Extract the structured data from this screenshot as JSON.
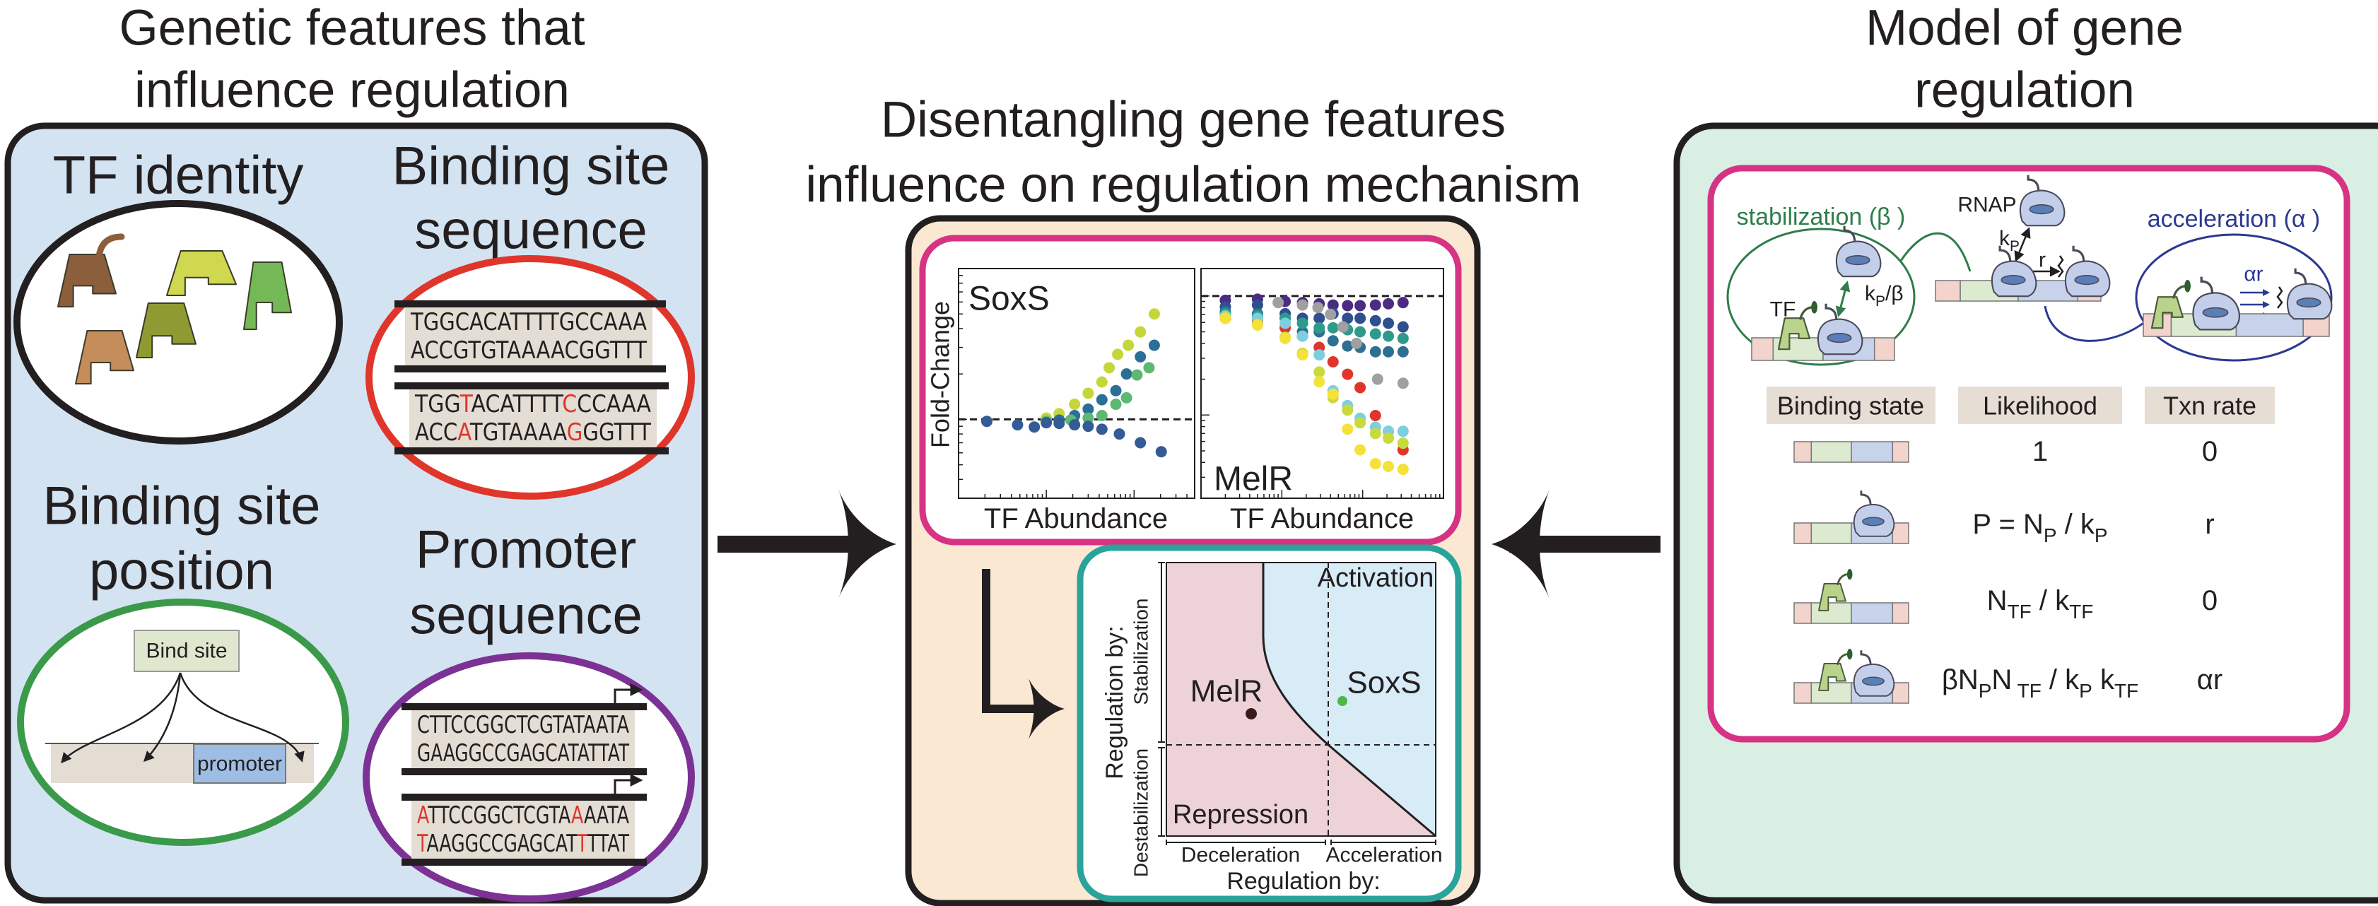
{
  "left": {
    "title_lines": [
      "Genetic features that",
      "influence regulation"
    ],
    "tf_identity": "TF identity",
    "binding_seq_title": [
      "Binding site",
      "sequence"
    ],
    "binding_pos_title": [
      "Binding site",
      "position"
    ],
    "promoter_title": [
      "Promoter",
      "sequence"
    ],
    "bind_site_label": "Bind site",
    "promoter_label": "promoter",
    "tf_colors": [
      "#8b5e3c",
      "#cfd84e",
      "#74b955",
      "#8f9a32",
      "#c48d5a"
    ],
    "binding_sequences": [
      {
        "top": [
          {
            "t": "TGGCACATTTTGCCAAA"
          }
        ],
        "bottom": [
          {
            "t": "ACCGTGTAAAACGGTTT"
          }
        ]
      },
      {
        "top": [
          {
            "t": "TGG"
          },
          {
            "t": "T",
            "mut": true
          },
          {
            "t": "ACATTTT"
          },
          {
            "t": "C",
            "mut": true
          },
          {
            "t": "CCAAA"
          }
        ],
        "bottom": [
          {
            "t": "ACC"
          },
          {
            "t": "A",
            "mut": true
          },
          {
            "t": "TGTAAAA"
          },
          {
            "t": "G",
            "mut": true
          },
          {
            "t": "GGTTT"
          }
        ]
      }
    ],
    "promoter_sequences": [
      {
        "top": [
          {
            "t": "CTTCCGGCTCGTATAATA"
          }
        ],
        "bottom": [
          {
            "t": "GAAGGCCGAGCATATTAT"
          }
        ]
      },
      {
        "top": [
          {
            "t": "A",
            "mut": true
          },
          {
            "t": "TTCCGGCTCGTA"
          },
          {
            "t": "A",
            "mut": true
          },
          {
            "t": "AATA"
          }
        ],
        "bottom": [
          {
            "t": "T",
            "mut": true
          },
          {
            "t": "AAGGCCGAGCAT"
          },
          {
            "t": "T",
            "mut": true
          },
          {
            "t": "TTAT"
          }
        ]
      }
    ]
  },
  "middle": {
    "title_lines": [
      "Disentangling gene features",
      "influence on regulation mechanism"
    ],
    "fold_change_label": "Fold-Change",
    "plots": [
      {
        "label": "SoxS",
        "xlabel": "TF Abundance",
        "scale": "log-log",
        "xlim": [
          1,
          490
        ],
        "ylim": [
          0.3,
          10
        ],
        "reference_line": 1,
        "series": [
          {
            "color": "#c5d63a",
            "x": [
              10,
              14,
              21,
              30,
              43,
              52,
              65,
              86,
              118,
              170
            ],
            "y": [
              1.02,
              1.09,
              1.26,
              1.49,
              1.77,
              2.2,
              2.7,
              3.1,
              3.8,
              5.0
            ]
          },
          {
            "color": "#2b6f97",
            "x": [
              10,
              14,
              21,
              30,
              43,
              62,
              82,
              118,
              170
            ],
            "y": [
              0.97,
              0.99,
              1.06,
              1.17,
              1.35,
              1.55,
              2.0,
              2.6,
              3.1
            ]
          },
          {
            "color": "#5cb872",
            "x": [
              10,
              19,
              30,
              43,
              62,
              82,
              108,
              148
            ],
            "y": [
              0.97,
              0.99,
              1.02,
              1.06,
              1.26,
              1.39,
              1.97,
              2.2
            ]
          },
          {
            "color": "#335b95",
            "x": [
              2.1,
              4.7,
              7.3,
              10,
              14,
              21,
              30,
              43,
              68,
              118,
              204
            ],
            "y": [
              0.97,
              0.92,
              0.89,
              0.95,
              0.94,
              0.92,
              0.9,
              0.86,
              0.8,
              0.7,
              0.61
            ]
          }
        ]
      },
      {
        "label": "MelR",
        "xlabel": "TF Abundance",
        "scale": "log-log",
        "xlim": [
          1,
          1000
        ],
        "ylim": [
          0.02,
          1.7
        ],
        "reference_line": 1,
        "series": [
          {
            "color": "#4b2c82",
            "x": [
              2,
              5,
              11,
              18,
              29,
              43,
              65,
              93,
              144,
              208,
              316
            ],
            "y": [
              0.92,
              0.94,
              0.9,
              0.88,
              0.86,
              0.84,
              0.83,
              0.83,
              0.84,
              0.86,
              0.88
            ]
          },
          {
            "color": "#2f4f8f",
            "x": [
              2,
              5,
              11,
              18,
              29,
              43,
              65,
              93,
              144,
              208,
              316
            ],
            "y": [
              0.81,
              0.84,
              0.71,
              0.65,
              0.65,
              0.71,
              0.65,
              0.65,
              0.62,
              0.59,
              0.55
            ]
          },
          {
            "color": "#2e6f93",
            "x": [
              2,
              5,
              11,
              18,
              29,
              43,
              65,
              93,
              144,
              208,
              316
            ],
            "y": [
              0.74,
              0.71,
              0.65,
              0.5,
              0.5,
              0.42,
              0.38,
              0.37,
              0.34,
              0.34,
              0.34
            ]
          },
          {
            "color": "#2d9a8c",
            "x": [
              2,
              5,
              11,
              18,
              29,
              43,
              65,
              93,
              144,
              208,
              316
            ],
            "y": [
              0.71,
              0.68,
              0.65,
              0.59,
              0.54,
              0.54,
              0.52,
              0.5,
              0.48,
              0.46,
              0.44
            ]
          },
          {
            "color": "#e0352b",
            "x": [
              2,
              5,
              11,
              18,
              29,
              43,
              65,
              93,
              144,
              208,
              316
            ],
            "y": [
              0.65,
              0.62,
              0.54,
              0.46,
              0.37,
              0.28,
              0.22,
              0.17,
              0.099,
              0.073,
              0.051
            ]
          },
          {
            "color": "#7ccfe0",
            "x": [
              2,
              5,
              11,
              18,
              29,
              43,
              65,
              93,
              144,
              208,
              316
            ],
            "y": [
              0.68,
              0.65,
              0.59,
              0.46,
              0.32,
              0.16,
              0.12,
              0.094,
              0.079,
              0.073,
              0.073
            ]
          },
          {
            "color": "#c8da3c",
            "x": [
              2,
              5,
              11,
              18,
              29,
              43,
              65,
              93,
              144,
              208,
              316
            ],
            "y": [
              0.66,
              0.58,
              0.45,
              0.33,
              0.23,
              0.14,
              0.11,
              0.086,
              0.07,
              0.064,
              0.058
            ]
          },
          {
            "color": "#f4e23a",
            "x": [
              2,
              5,
              11,
              18,
              29,
              43,
              65,
              93,
              144,
              208,
              316
            ],
            "y": [
              0.65,
              0.57,
              0.44,
              0.32,
              0.19,
              0.15,
              0.076,
              0.051,
              0.039,
              0.037,
              0.035
            ]
          },
          {
            "color": "#a0a0a0",
            "x": [
              9,
              18,
              28,
              40,
              57,
              84,
              153,
              316
            ],
            "y": [
              0.88,
              0.84,
              0.8,
              0.7,
              0.55,
              0.4,
              0.2,
              0.185
            ]
          }
        ]
      }
    ],
    "phase": {
      "y_axis_label": "Regulation by:",
      "y_top": "Stabilization",
      "y_bottom": "Destabilization",
      "x_axis_label": "Regulation by:",
      "x_left": "Deceleration",
      "x_right": "Acceleration",
      "activation_label": "Activation",
      "repression_label": "Repression",
      "points": [
        {
          "label": "MelR",
          "color": "#3a1a1a"
        },
        {
          "label": "SoxS",
          "color": "#4cb848"
        }
      ],
      "activation_color": "#d7ecf7",
      "repression_color": "#edd3d8"
    }
  },
  "right": {
    "title_lines": [
      "Model of gene",
      "regulation"
    ],
    "stabilization_label": "stabilization (β )",
    "acceleration_label": "acceleration (α )",
    "rnap_label": "RNAP",
    "tf_label": "TF",
    "kp_beta_label": [
      {
        "t": "k"
      },
      {
        "t": "P",
        "sub": true
      },
      {
        "t": "/β"
      }
    ],
    "kp_label": [
      {
        "t": "k"
      },
      {
        "t": "P",
        "sub": true
      }
    ],
    "r_label": "r",
    "alpha_r_label": "αr",
    "table": {
      "headers": [
        "Binding state",
        "Likelihood",
        "Txn rate"
      ],
      "rows": [
        {
          "state": "empty",
          "likelihood": [
            {
              "t": "1"
            }
          ],
          "rate": "0"
        },
        {
          "state": "rnap",
          "likelihood": [
            {
              "t": "P  =  N"
            },
            {
              "t": "P",
              "sub": true
            },
            {
              "t": " / k"
            },
            {
              "t": "P",
              "sub": true
            }
          ],
          "rate": "r"
        },
        {
          "state": "tf",
          "likelihood": [
            {
              "t": "N"
            },
            {
              "t": "TF",
              "sub": true
            },
            {
              "t": "  / k"
            },
            {
              "t": "TF",
              "sub": true
            }
          ],
          "rate": "0"
        },
        {
          "state": "tf-rnap",
          "likelihood": [
            {
              "t": "βN"
            },
            {
              "t": "P",
              "sub": true
            },
            {
              "t": "N"
            },
            {
              "t": " TF",
              "sub": true
            },
            {
              "t": " / k"
            },
            {
              "t": "P",
              "sub": true
            },
            {
              "t": " k"
            },
            {
              "t": "TF",
              "sub": true
            }
          ],
          "rate": "αr"
        }
      ]
    },
    "colors": {
      "stabilization": "#2e7d4a",
      "acceleration": "#2b3990",
      "frame": "#d6337a"
    }
  }
}
